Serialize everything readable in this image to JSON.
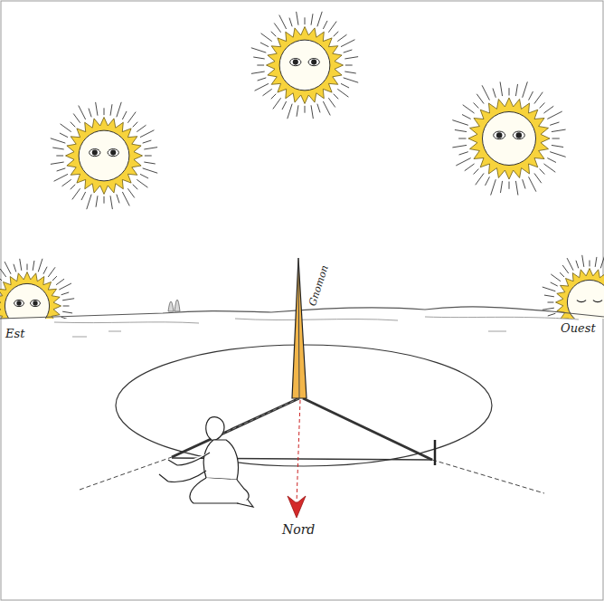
{
  "diagram": {
    "labels": [
      "Gnomon",
      "Est",
      "Ouest",
      "Nord"
    ]
  }
}
